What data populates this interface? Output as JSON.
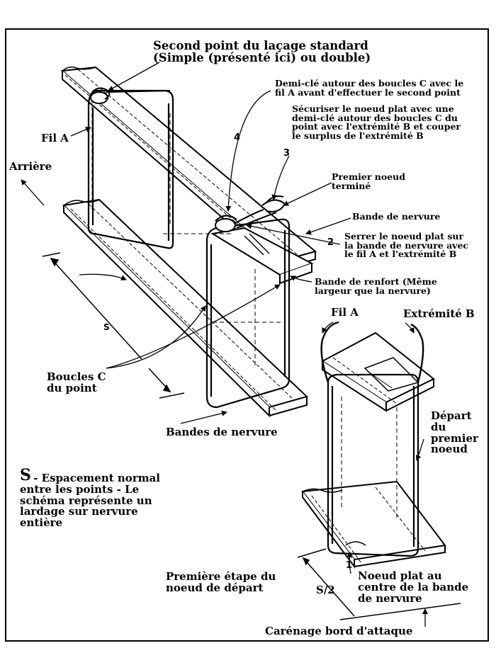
{
  "labels": {
    "title": "Second point du laçage standard\n(Simple (présenté ici) ou double)",
    "half_hitch": "Demi-clé autour des boucles C avec le\nfil A avant d'effectuer le second point",
    "secure": "Sécuriser le noeud plat avec une\ndemi-clé autour des boucles C du\npoint avec l'extrémité B et couper\nle surplus de l'extrémité B",
    "fil_a_top": "Fil A",
    "arriere": "Arrière",
    "first_knot_done": "Premier noeud\nterminé",
    "rib_strip": "Bande de nervure",
    "tighten": "Serrer le noeud plat sur\nla bande de nervure avec\nle fil A et l'extrémité B",
    "reinforce": "Bande de renfort (Même\nlargeur que la nervure)",
    "s_letter": "S",
    "boucles": "Boucles C\ndu point",
    "bandes": "Bandes de nervure",
    "fil_a_right": "Fil A",
    "extremite_b": "Extrémité B",
    "depart": "Départ\ndu\npremier\nnoeud",
    "s_big": "S",
    "s_desc": " - Espacement normal\nentre les points - Le\nschéma représente un\nlardage sur nervure\nentière",
    "premiere_etape": "Première étape du\nnoeud de départ",
    "s_half": "S/2",
    "noeud_plat": "Noeud plat au\ncentre de la bande\nde nervure",
    "carenage": "Carénage bord d'attaque"
  },
  "callouts": {
    "n1": "1",
    "n2": "2",
    "n3": "3",
    "n4": "4"
  },
  "colors": {
    "ink": "#000000",
    "paper": "#ffffff"
  }
}
